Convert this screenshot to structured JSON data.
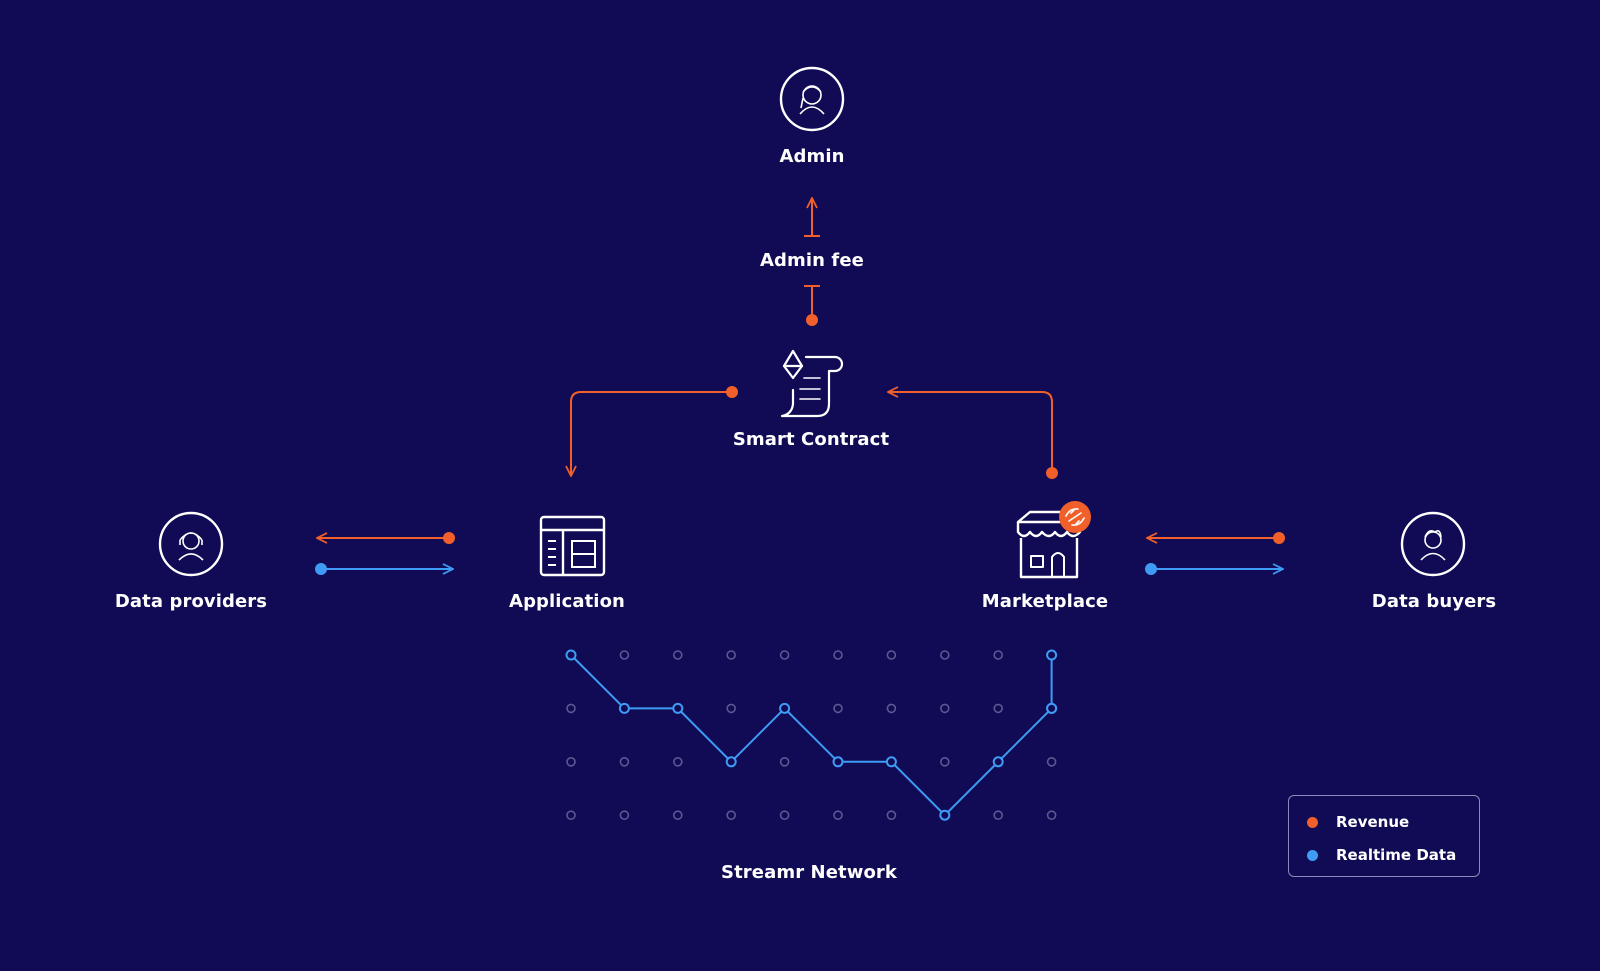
{
  "nodes": {
    "admin": "Admin",
    "admin_fee": "Admin fee",
    "smart_contract": "Smart Contract",
    "data_providers": "Data providers",
    "application": "Application",
    "marketplace": "Marketplace",
    "data_buyers": "Data buyers",
    "network": "Streamr Network"
  },
  "legend": [
    {
      "label": "Revenue",
      "color": "#f15f2a"
    },
    {
      "label": "Realtime Data",
      "color": "#3f9bf5"
    }
  ],
  "colors": {
    "background": "#100b54",
    "revenue": "#f15f2a",
    "realtime": "#3f9bf5",
    "grid_dot": "#5b5894"
  },
  "icons": {
    "admin": "admin-avatar-icon",
    "smart_contract": "ethereum-scroll-icon",
    "data_providers": "provider-avatar-icon",
    "application": "app-window-icon",
    "marketplace": "store-icon",
    "marketplace_badge": "streamr-logo-icon",
    "data_buyers": "buyer-avatar-icon"
  },
  "network_path_rows": [
    0,
    1,
    1,
    2,
    1,
    2,
    2,
    3,
    2,
    1
  ],
  "network_path_end_rows": [
    1,
    0
  ]
}
